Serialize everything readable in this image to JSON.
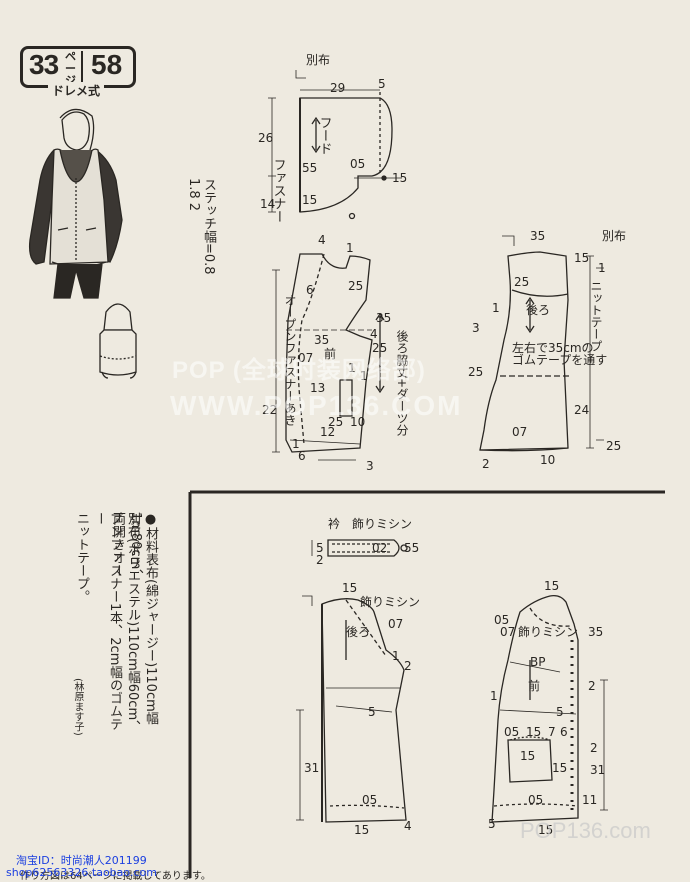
{
  "header": {
    "page_number": "33",
    "page_label": "ページ",
    "item_number": "58",
    "style_label": "ドレメ式"
  },
  "materials": {
    "heading": "●材料",
    "lines": [
      "表布(綿ジャージー)110cm幅1m80cm、",
      "別布(ポリエステル)110cm幅60cm、両開きオー",
      "プンファスナー1本、2cm幅のゴムテー",
      "ニットテープ。"
    ],
    "credit": "(林原ます子)"
  },
  "stitch_note": {
    "text": "ステッチ幅=0.8 1.8 2"
  },
  "hood": {
    "label_bessfu": "別布",
    "label_hood": "フード",
    "label_fastener": "ファスナー",
    "numbers": [
      "29",
      "5",
      "26",
      "14",
      "55",
      "05",
      "15",
      "15"
    ]
  },
  "front_piece": {
    "label_front": "前",
    "label_opening": "オープンファスナーあき",
    "label_bodice": "後ろ脇丈+ダーツ分",
    "numbers": [
      "4",
      "1",
      "6",
      "25",
      "35",
      "4",
      "25",
      "07",
      "35",
      "13",
      "12",
      "25",
      "10",
      "22",
      "1",
      "6",
      "3",
      "1",
      "1"
    ]
  },
  "back_piece": {
    "label_back": "後ろ",
    "label_elastic": "左右で35cmのゴムテープを通す",
    "label_knit": "ニットテープ",
    "label_bessfu": "別布",
    "numbers": [
      "35",
      "15",
      "1",
      "25",
      "1",
      "3",
      "25",
      "24",
      "07",
      "2",
      "10",
      "25"
    ]
  },
  "lower_section": {
    "collar_label": "衿",
    "collar_stitch": "飾りミシン",
    "collar_numbers": [
      "5",
      "2",
      "02",
      "55"
    ],
    "back_label": "後ろ",
    "back_stitch": "飾りミシン",
    "back_numbers": [
      "15",
      "07",
      "1",
      "2",
      "5",
      "31",
      "05",
      "15",
      "4"
    ],
    "front_label": "前",
    "front_bp": "BP",
    "front_stitch": "飾りミシン",
    "front_numbers": [
      "15",
      "05",
      "07",
      "35",
      "2",
      "05",
      "1",
      "5",
      "05",
      "15",
      "7",
      "6",
      "15",
      "15",
      "2",
      "31",
      "05",
      "15",
      "11",
      "5"
    ]
  },
  "watermarks": {
    "line1": "POP (全球时装网络部)",
    "line2": "WWW.POP136.COM",
    "line3": "POP136.com"
  },
  "shop": {
    "line1": "淘宝ID：时尚潮人201199",
    "line2": "shop62563326.taobao.com"
  },
  "footer": {
    "text": "作り方図は64ページに掲載してあります。"
  }
}
